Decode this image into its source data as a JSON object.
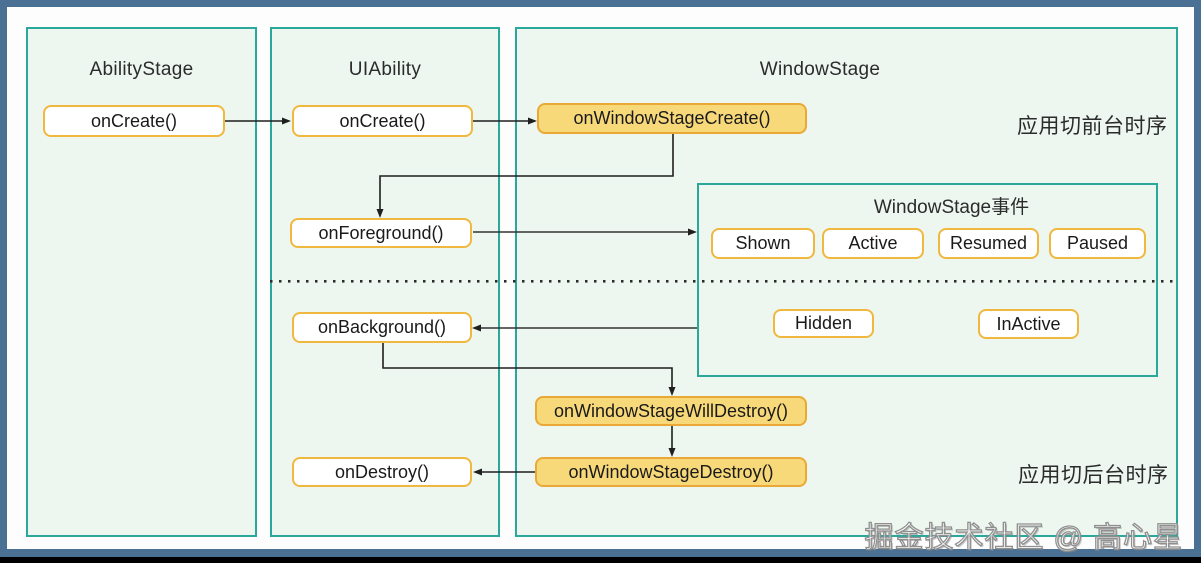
{
  "diagram": {
    "stages": {
      "ability_stage": {
        "title": "AbilityStage",
        "on_create": "onCreate()"
      },
      "ui_ability": {
        "title": "UIAbility",
        "on_create": "onCreate()",
        "on_foreground": "onForeground()",
        "on_background": "onBackground()",
        "on_destroy": "onDestroy()"
      },
      "window_stage": {
        "title": "WindowStage",
        "on_window_stage_create": "onWindowStageCreate()",
        "on_window_stage_will_destroy": "onWindowStageWillDestroy()",
        "on_window_stage_destroy": "onWindowStageDestroy()"
      }
    },
    "event_panel": {
      "title": "WindowStage事件",
      "shown": "Shown",
      "active": "Active",
      "resumed": "Resumed",
      "paused": "Paused",
      "hidden": "Hidden",
      "inactive": "InActive"
    },
    "annotations": {
      "foreground_sequence": "应用切前台时序",
      "background_sequence": "应用切后台时序"
    },
    "watermark": "掘金技术社区 @ 高心星"
  },
  "colors": {
    "frame": "#4a7094",
    "stage_border": "#2aa89c",
    "stage_fill": "#edf7f0",
    "node_border": "#f0b83f",
    "node_gold_fill": "#f8d97a",
    "node_gold_border": "#eaa937",
    "line": "#1f1f1f"
  }
}
